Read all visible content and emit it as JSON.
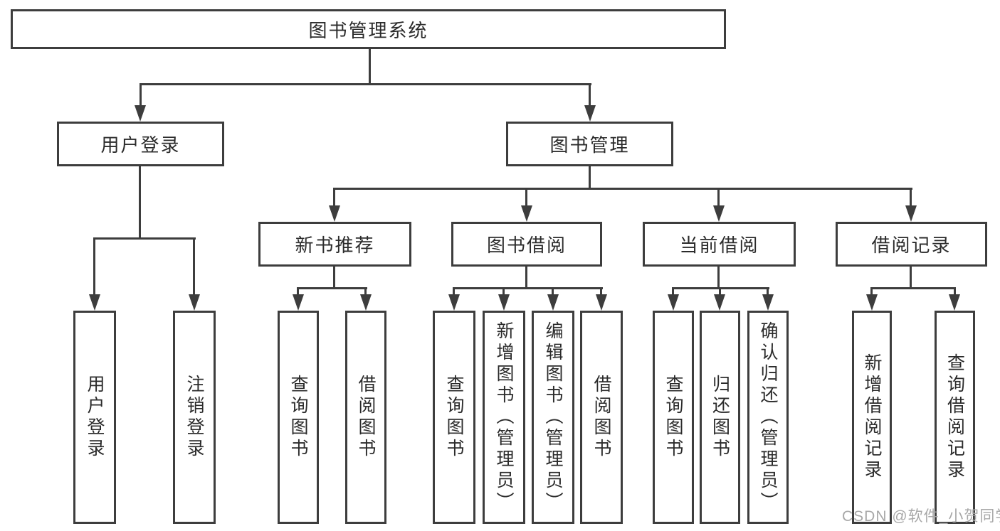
{
  "diagram": {
    "root": {
      "label": "图书管理系统"
    },
    "login": {
      "label": "用户登录",
      "children": [
        {
          "label": "用户登录"
        },
        {
          "label": "注销登录"
        }
      ]
    },
    "management": {
      "label": "图书管理",
      "modules": [
        {
          "label": "新书推荐",
          "children": [
            {
              "label": "查询图书"
            },
            {
              "label": "借阅图书"
            }
          ]
        },
        {
          "label": "图书借阅",
          "children": [
            {
              "label": "查询图书"
            },
            {
              "label": "新增图书（管理员）"
            },
            {
              "label": "编辑图书（管理员）"
            },
            {
              "label": "借阅图书"
            }
          ]
        },
        {
          "label": "当前借阅",
          "children": [
            {
              "label": "查询图书"
            },
            {
              "label": "归还图书"
            },
            {
              "label": "确认归还（管理员）"
            }
          ]
        },
        {
          "label": "借阅记录",
          "children": [
            {
              "label": "新增借阅记录"
            },
            {
              "label": "查询借阅记录"
            }
          ]
        }
      ]
    }
  },
  "watermark": {
    "text": "CSDN @软件_小贺同学"
  },
  "colors": {
    "line": "#3d3d3d",
    "text": "#2b2b2b",
    "watermark": "#a8a8a8",
    "background": "#ffffff"
  }
}
